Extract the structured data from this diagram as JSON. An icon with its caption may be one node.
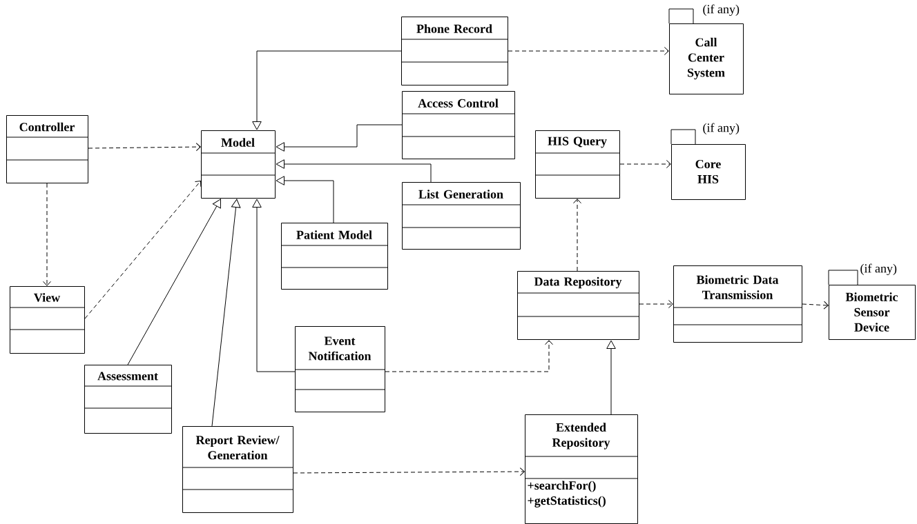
{
  "diagram": {
    "nodes": [
      {
        "text": [
          "Phone Record"
        ]
      },
      {
        "text": [
          "Call Center System"
        ],
        "beside": [
          "(if any)"
        ]
      },
      {
        "text": [
          "Controller"
        ]
      },
      {
        "text": [
          "Model"
        ]
      },
      {
        "text": [
          "Access Control"
        ]
      },
      {
        "text": [
          "HIS Query"
        ]
      },
      {
        "text": [
          "Core HIS"
        ],
        "beside": [
          "(if any)"
        ]
      },
      {
        "text": [
          "List Generation"
        ]
      },
      {
        "text": [
          "Patient Model"
        ]
      },
      {
        "text": [
          "View"
        ]
      },
      {
        "text": [
          "Data Repository"
        ]
      },
      {
        "text": [
          "Biometric Data Transmission"
        ]
      },
      {
        "text": [
          "Biometric Sensor Device"
        ],
        "beside": [
          "(if any)"
        ]
      },
      {
        "text": [
          "Event Notification"
        ]
      },
      {
        "text": [
          "Assessment"
        ]
      },
      {
        "text": [
          "Report Review/ Generation"
        ]
      },
      {
        "text": [
          "Extended Repository",
          "+searchFor() +getStatistics()"
        ]
      }
    ],
    "edges": [
      {
        "from": 0,
        "to": 3,
        "arrow": "to"
      },
      {
        "from": 0,
        "to": 1,
        "arrow": "to",
        "style": "dashed"
      },
      {
        "from": 4,
        "to": 3,
        "arrow": "to"
      },
      {
        "from": 7,
        "to": 3,
        "arrow": "to"
      },
      {
        "from": 8,
        "to": 3,
        "arrow": "to"
      },
      {
        "from": 2,
        "to": 3,
        "arrow": "to",
        "style": "dashed"
      },
      {
        "from": 2,
        "to": 9,
        "arrow": "to",
        "style": "dashed"
      },
      {
        "from": 9,
        "to": 3,
        "arrow": "to",
        "style": "dashed"
      },
      {
        "from": 14,
        "to": 3,
        "arrow": "to"
      },
      {
        "from": 15,
        "to": 3,
        "arrow": "to"
      },
      {
        "from": 13,
        "to": 3,
        "arrow": "to"
      },
      {
        "from": 5,
        "to": 6,
        "arrow": "to",
        "style": "dashed"
      },
      {
        "from": 10,
        "to": 5,
        "arrow": "to",
        "style": "dashed"
      },
      {
        "from": 10,
        "to": 11,
        "arrow": "to",
        "style": "dashed"
      },
      {
        "from": 11,
        "to": 12,
        "arrow": "to",
        "style": "dashed"
      },
      {
        "from": 13,
        "to": 10,
        "arrow": "to",
        "style": "dashed"
      },
      {
        "from": 16,
        "to": 10,
        "arrow": "to"
      },
      {
        "from": 15,
        "to": 16,
        "arrow": "to",
        "style": "dashed"
      }
    ]
  }
}
